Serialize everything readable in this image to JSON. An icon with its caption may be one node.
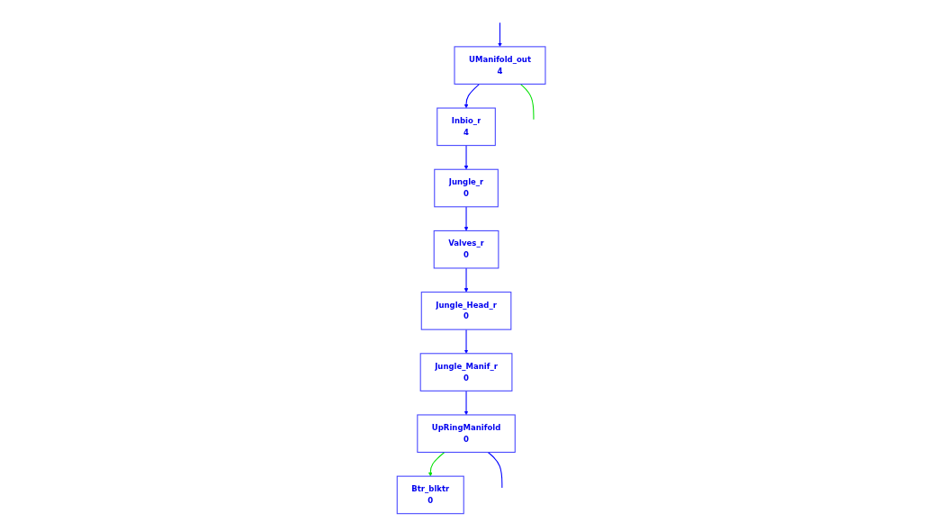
{
  "diagram": {
    "nodes": [
      {
        "text": [
          "Btr_blktr",
          "0"
        ]
      },
      {
        "text": [
          "UpRingManifold",
          "0"
        ]
      },
      {
        "text": [
          "Jungle_Manif_r",
          "0"
        ]
      },
      {
        "text": [
          "UManifold_out",
          "4"
        ]
      },
      {
        "text": [
          "Jungle_Head_r",
          "0"
        ]
      },
      {
        "text": [
          "Valves_r",
          "0"
        ]
      },
      {
        "text": [
          "Jungle_r",
          "0"
        ]
      },
      {
        "text": [
          "Inbio_r",
          "4"
        ]
      }
    ],
    "edges": [
      {
        "from": 1,
        "to": 0,
        "arrow": "to",
        "color": "#00e000"
      },
      {
        "from": 2,
        "to": 1,
        "arrow": "to"
      },
      {
        "from": 4,
        "to": 2,
        "arrow": "to"
      },
      {
        "from": 5,
        "to": 4,
        "arrow": "to"
      },
      {
        "from": 6,
        "to": 5,
        "arrow": "to"
      },
      {
        "from": 7,
        "to": 6,
        "arrow": "to"
      },
      {
        "from": 3,
        "to": 7,
        "arrow": "to"
      },
      {
        "from": null,
        "to": 3,
        "arrow": "to"
      },
      {
        "from": null,
        "to": 1,
        "arrow": "none"
      },
      {
        "from": null,
        "to": 3,
        "arrow": "none",
        "color": "#00e000"
      }
    ]
  }
}
